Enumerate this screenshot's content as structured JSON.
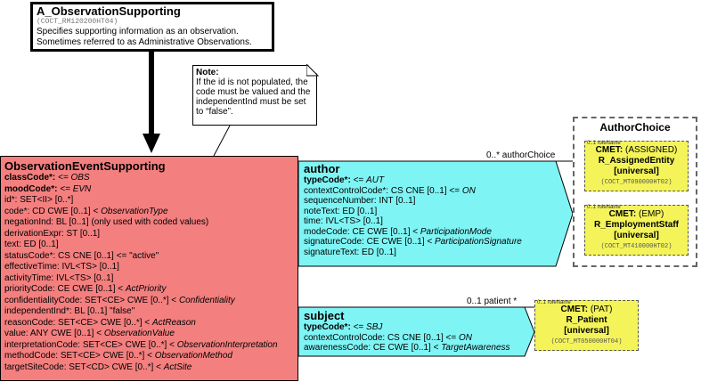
{
  "entry": {
    "title": "A_ObservationSupporting",
    "id": "(COCT_RM120200HT04)",
    "desc1": "Specifies supporting information as an observation.",
    "desc2": "Sometimes referred to as Administrative Observations."
  },
  "note": {
    "heading": "Note:",
    "lines": [
      "If the id is not populated, the",
      "code must be valued and the",
      "independentInd must be set",
      "to “false”."
    ]
  },
  "main": {
    "title": "ObservationEventSupporting",
    "class_code": {
      "name": "classCode*:",
      "val": " <= OBS"
    },
    "mood_code": {
      "name": "moodCode*:",
      "val": " <= EVN"
    },
    "id": "id*: SET<II> [0..*]",
    "code": {
      "pre": "code*: CD CWE [0..1] < ",
      "it": "ObservationType"
    },
    "negation": "negationInd: BL [0..1] (only used with coded values)",
    "derivation": "derivationExpr: ST [0..1]",
    "text": "text: ED [0..1]",
    "status": "statusCode*: CS CNE [0..1] <= \"active\"",
    "effective": "effectiveTime: IVL<TS> [0..1]",
    "activity": "activityTime: IVL<TS> [0..1]",
    "priority": {
      "pre": "priorityCode: CE CWE [0..1] < ",
      "it": "ActPriority"
    },
    "confidentiality": {
      "pre": "confidentialityCode: SET<CE> CWE [0..*] < ",
      "it": "Confidentiality"
    },
    "independent": "independentInd*: BL [0..1] \"false\"",
    "reason": {
      "pre": "reasonCode: SET<CE> CWE [0..*] < ",
      "it": "ActReason"
    },
    "value": {
      "pre": "value: ANY CWE [0..1] < ",
      "it": "ObservationValue"
    },
    "interpretation": {
      "pre": "interpretationCode: SET<CE> CWE [0..*] < ",
      "it": "ObservationInterpretation"
    },
    "method": {
      "pre": "methodCode: SET<CE> CWE [0..*] < ",
      "it": "ObservationMethod"
    },
    "target": {
      "pre": "targetSiteCode: SET<CD> CWE [0..*] < ",
      "it": "ActSite"
    }
  },
  "author": {
    "title": "author",
    "type": {
      "name": "typeCode*:",
      "pre": " <= ",
      "it": "AUT"
    },
    "context": {
      "pre": "contextControlCode*: CS CNE [0..1] <= ",
      "it": "ON"
    },
    "sequence": "sequenceNumber: INT [0..1]",
    "note": "noteText: ED [0..1]",
    "time": "time: IVL<TS> [0..1]",
    "mode": {
      "pre": "modeCode: CE CWE [0..1] < ",
      "it": "ParticipationMode"
    },
    "signature": {
      "pre": "signatureCode: CE CWE [0..1] < ",
      "it": "ParticipationSignature"
    },
    "signature_text": "signatureText: ED [0..1]",
    "multiplicity": "0..* authorChoice"
  },
  "subject": {
    "title": "subject",
    "type": {
      "name": "typeCode*:",
      "pre": " <= ",
      "it": "SBJ"
    },
    "context": {
      "pre": "contextControlCode: CS CNE [0..1] <= ",
      "it": "ON"
    },
    "awareness": {
      "pre": "awarenessCode: CE CWE [0..1] < ",
      "it": "TargetAwareness"
    },
    "multiplicity": "0..1 patient  *"
  },
  "choice": {
    "title": "AuthorChoice",
    "assigned": {
      "role": "0..1 roleName",
      "cmet": "CMET:",
      "code": " (ASSIGNED)",
      "name": "R_AssignedEntity",
      "flavor": "[universal]",
      "id": "(COCT_MT090000HT02)"
    },
    "employment": {
      "role": "0..1 roleName",
      "cmet": "CMET:",
      "code": " (EMP)",
      "name": "R_EmploymentStaff",
      "flavor": "[universal]",
      "id": "(COCT_MT410000HT02)"
    }
  },
  "patient": {
    "role": "0..1 roleName",
    "cmet": "CMET:",
    "code": " (PAT)",
    "name": "R_Patient",
    "flavor": "[universal]",
    "id": "(COCT_MT050000HT04)"
  },
  "colors": {
    "class": "#f47f7f",
    "association": "#7ff4f4",
    "cmet": "#f4f45a"
  }
}
